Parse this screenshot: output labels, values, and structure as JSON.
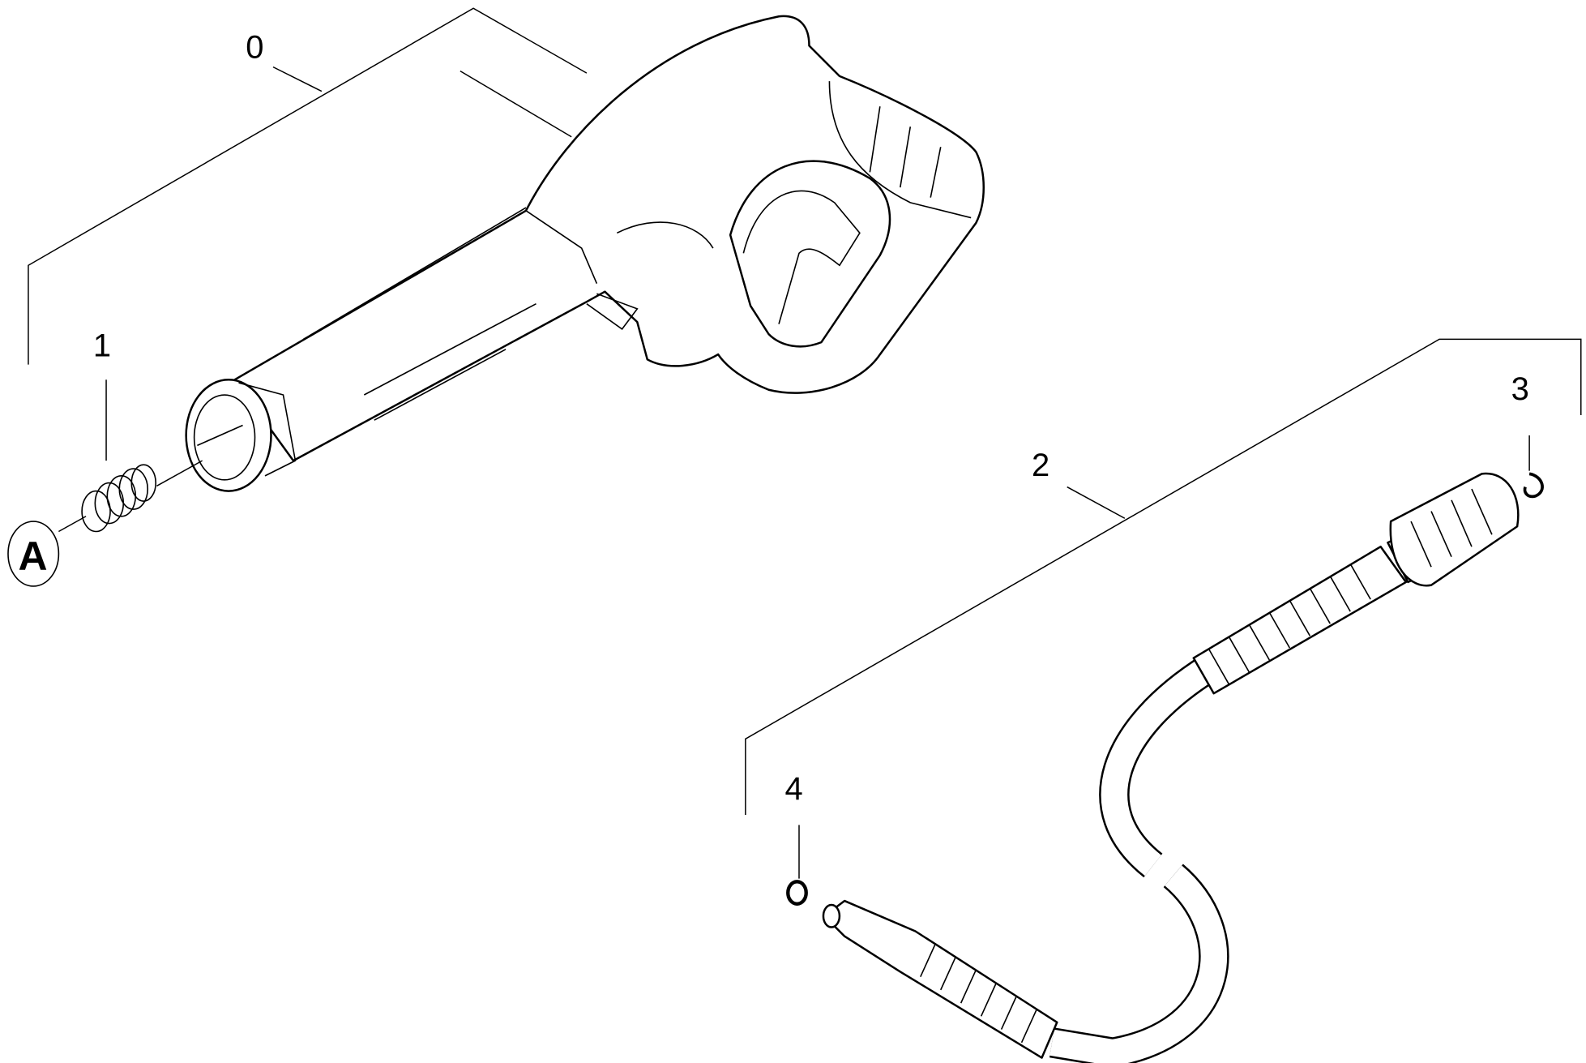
{
  "diagram": {
    "callouts": [
      {
        "id": "0",
        "label": "0"
      },
      {
        "id": "1",
        "label": "1"
      },
      {
        "id": "2",
        "label": "2"
      },
      {
        "id": "3",
        "label": "3"
      },
      {
        "id": "4",
        "label": "4"
      }
    ],
    "detail_marker": {
      "label": "A"
    }
  }
}
